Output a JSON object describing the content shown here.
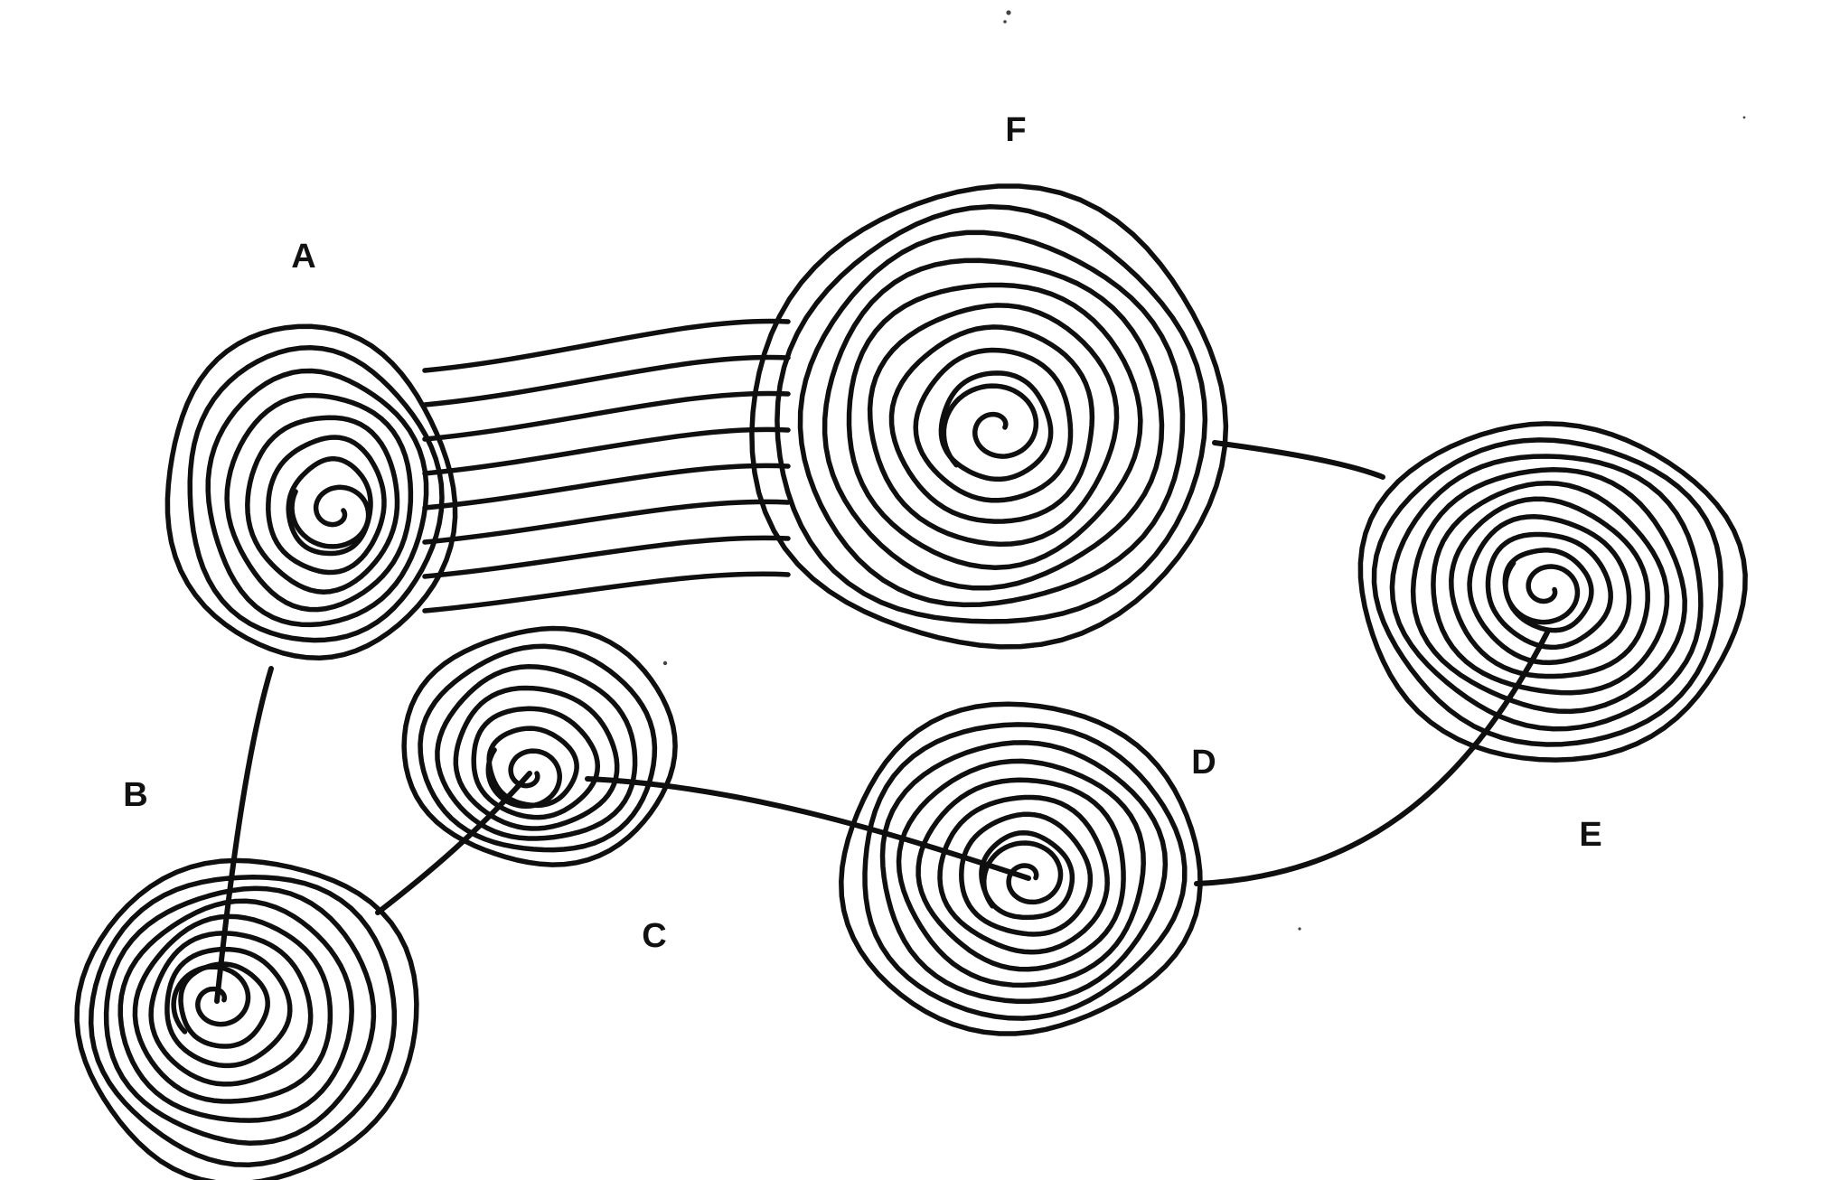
{
  "diagram": {
    "nodes": [
      {
        "id": "A",
        "label": "A",
        "rings": 7
      },
      {
        "id": "B",
        "label": "B",
        "rings": 8
      },
      {
        "id": "C",
        "label": "C",
        "rings": 6
      },
      {
        "id": "D",
        "label": "D",
        "rings": 8
      },
      {
        "id": "E",
        "label": "E",
        "rings": 9
      },
      {
        "id": "F",
        "label": "F",
        "rings": 9
      }
    ],
    "connections": [
      {
        "from": "A",
        "to": "F",
        "style": "bundle",
        "lines": 8
      },
      {
        "from": "A",
        "to": "B",
        "style": "single"
      },
      {
        "from": "B",
        "to": "C",
        "style": "single"
      },
      {
        "from": "C",
        "to": "D",
        "style": "single"
      },
      {
        "from": "D",
        "to": "E",
        "style": "single"
      },
      {
        "from": "F",
        "to": "E",
        "style": "single"
      }
    ],
    "ink_color": "#0f0f0f",
    "background": "#ffffff"
  }
}
